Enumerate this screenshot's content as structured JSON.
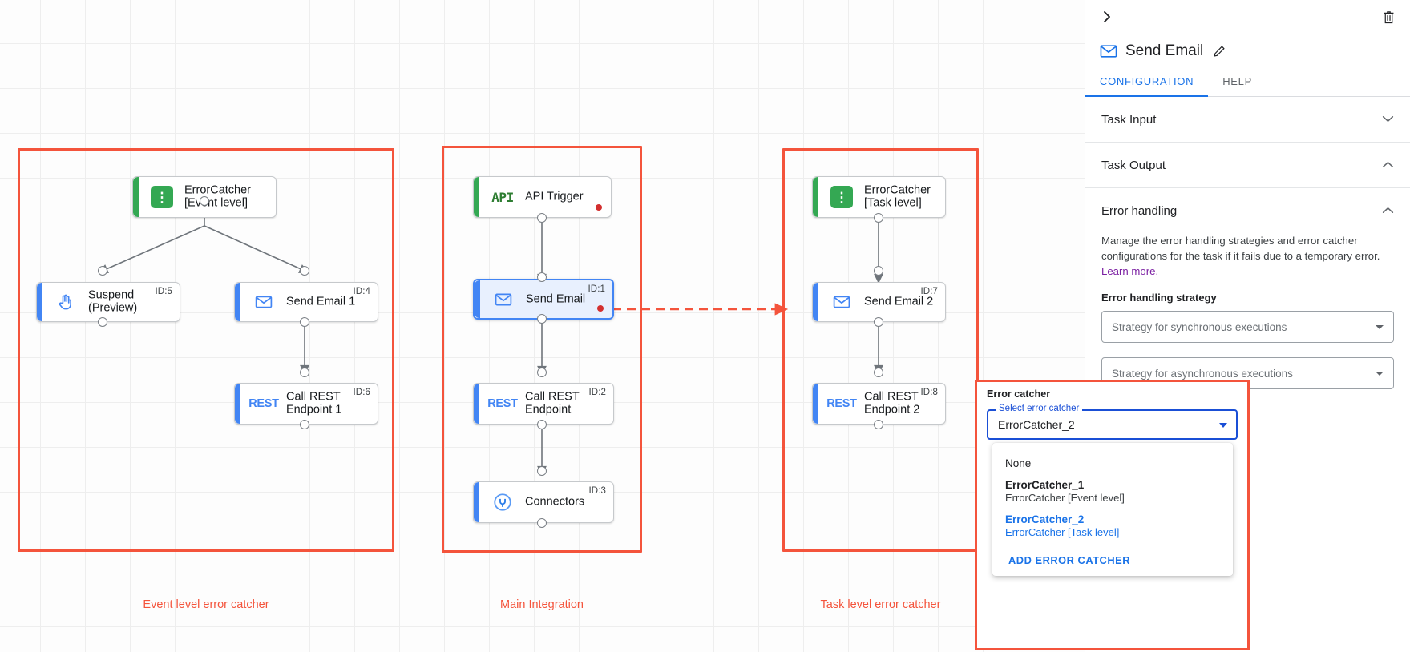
{
  "canvas": {
    "groups": [
      {
        "caption": "Event level error catcher"
      },
      {
        "caption": "Main Integration"
      },
      {
        "caption": "Task level error catcher"
      }
    ],
    "nodes": [
      {
        "id": "ec1",
        "title": "ErrorCatcher\n[Event level]",
        "icon": "error-catcher-icon",
        "idtag": "",
        "kind": "trigger",
        "selected": false,
        "error": false
      },
      {
        "id": "susp",
        "title": "Suspend\n(Preview)",
        "icon": "hand-icon",
        "idtag": "ID:5",
        "kind": "task",
        "selected": false,
        "error": false
      },
      {
        "id": "se1",
        "title": "Send Email 1",
        "icon": "envelope-icon",
        "idtag": "ID:4",
        "kind": "task",
        "selected": false,
        "error": false
      },
      {
        "id": "rest1",
        "title": "Call REST\nEndpoint 1",
        "icon": "rest-icon",
        "idtag": "ID:6",
        "kind": "task",
        "selected": false,
        "error": false
      },
      {
        "id": "api",
        "title": "API Trigger",
        "icon": "api-icon",
        "idtag": "",
        "kind": "trigger",
        "selected": false,
        "error": true
      },
      {
        "id": "se0",
        "title": "Send Email",
        "icon": "envelope-icon",
        "idtag": "ID:1",
        "kind": "task",
        "selected": true,
        "error": true
      },
      {
        "id": "rest0",
        "title": "Call REST\nEndpoint",
        "icon": "rest-icon",
        "idtag": "ID:2",
        "kind": "task",
        "selected": false,
        "error": false
      },
      {
        "id": "conn",
        "title": "Connectors",
        "icon": "connectors-icon",
        "idtag": "ID:3",
        "kind": "task",
        "selected": false,
        "error": false
      },
      {
        "id": "ec2",
        "title": "ErrorCatcher\n[Task level]",
        "icon": "error-catcher-icon",
        "idtag": "",
        "kind": "trigger",
        "selected": false,
        "error": false
      },
      {
        "id": "se2",
        "title": "Send Email 2",
        "icon": "envelope-icon",
        "idtag": "ID:7",
        "kind": "task",
        "selected": false,
        "error": false
      },
      {
        "id": "rest2",
        "title": "Call REST\nEndpoint 2",
        "icon": "rest-icon",
        "idtag": "ID:8",
        "kind": "task",
        "selected": false,
        "error": false
      }
    ]
  },
  "panel": {
    "title": "Send Email",
    "title_icon": "envelope-icon",
    "collapse_icon": "chevron-right-icon",
    "delete_icon": "trash-icon",
    "edit_icon": "pencil-icon",
    "tabs": [
      {
        "label": "CONFIGURATION",
        "active": true
      },
      {
        "label": "HELP",
        "active": false
      }
    ],
    "sections": [
      {
        "label": "Task Input",
        "expanded": false,
        "chevron": "chevron-down-icon"
      },
      {
        "label": "Task Output",
        "expanded": true,
        "chevron": "chevron-up-icon"
      },
      {
        "label": "Error handling",
        "expanded": true,
        "chevron": "chevron-up-icon"
      }
    ],
    "error_handling": {
      "description": "Manage the error handling strategies and error catcher configurations for the task if it fails due to a temporary error. ",
      "learn_more": "Learn more.",
      "strategy_label": "Error handling strategy",
      "sync_placeholder": "Strategy for synchronous executions",
      "async_placeholder": "Strategy for asynchronous executions"
    },
    "error_catcher": {
      "label": "Error catcher",
      "select_legend": "Select error catcher",
      "selected_value": "ErrorCatcher_2",
      "options": [
        {
          "primary": "None",
          "secondary": "",
          "selected": false,
          "bold": false
        },
        {
          "primary": "ErrorCatcher_1",
          "secondary": "ErrorCatcher [Event level]",
          "selected": false,
          "bold": true
        },
        {
          "primary": "ErrorCatcher_2",
          "secondary": "ErrorCatcher [Task level]",
          "selected": true,
          "bold": true
        }
      ],
      "add_label": "ADD ERROR CATCHER"
    }
  },
  "colors": {
    "accent_blue": "#1a73e8",
    "trigger_green": "#34a853",
    "highlight_red": "#f4543c",
    "error_dot": "#d32f2f",
    "visited_link": "#7b1fa2"
  }
}
